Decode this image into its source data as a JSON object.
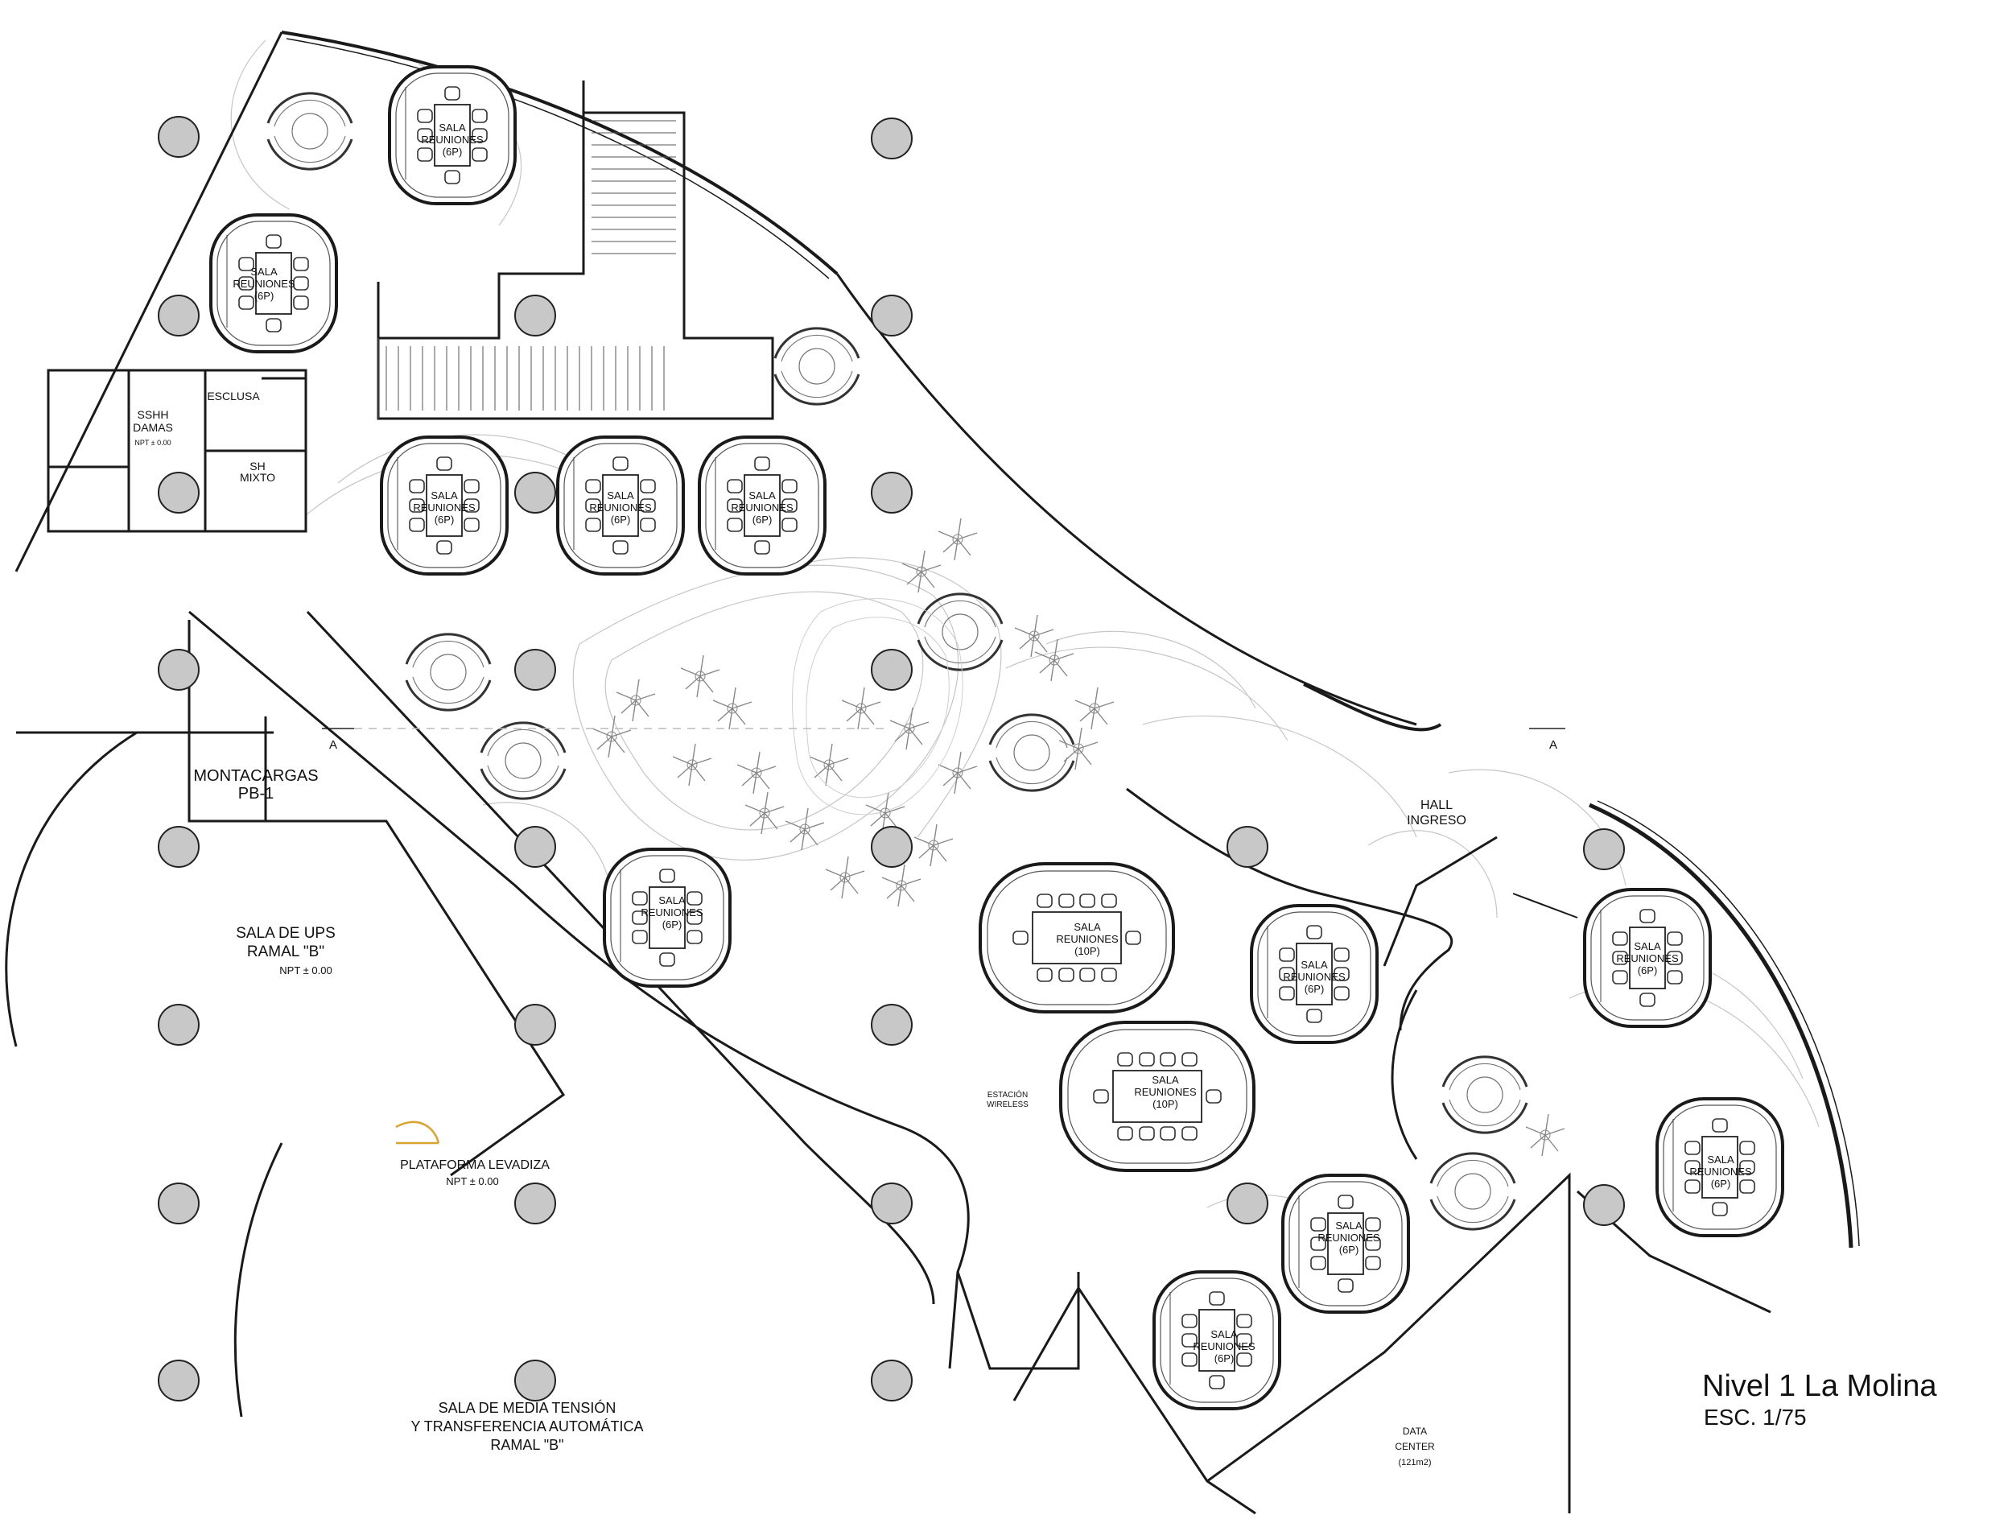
{
  "title": {
    "level": "Nivel 1  La Molina",
    "scale": "ESC. 1/75"
  },
  "labels": {
    "sala": "SALA",
    "reuniones": "REUNIONES",
    "cap_6p": "(6P)",
    "cap_10p": "(10P)",
    "sshh_damas_1": "SSHH",
    "sshh_damas_2": "DAMAS",
    "npt_small": "NPT ± 0.00",
    "esclusa": "ESCLUSA",
    "sh_1": "SH",
    "sh_2": "MIXTO",
    "montacargas_1": "MONTACARGAS",
    "montacargas_2": "PB-1",
    "ups_1": "SALA DE UPS",
    "ups_2": "RAMAL \"B\"",
    "npt": "NPT ± 0.00",
    "plataforma": "PLATAFORMA LEVADIZA",
    "media_1": "SALA DE MEDIA TENSIÓN",
    "media_2": "Y TRANSFERENCIA AUTOMÁTICA",
    "media_3": "RAMAL \"B\"",
    "hall_1": "HALL",
    "hall_2": "INGRESO",
    "estacion_1": "ESTACIÓN",
    "estacion_2": "WIRELESS",
    "data_1": "DATA",
    "data_2": "CENTER",
    "data_3": "(121m2)",
    "section_mark": "A"
  },
  "colors": {
    "wall": "#1a1a1a",
    "column_fill": "#c8c8c8",
    "contour": "#bdbdbd",
    "accent_door": "#d8a431"
  }
}
